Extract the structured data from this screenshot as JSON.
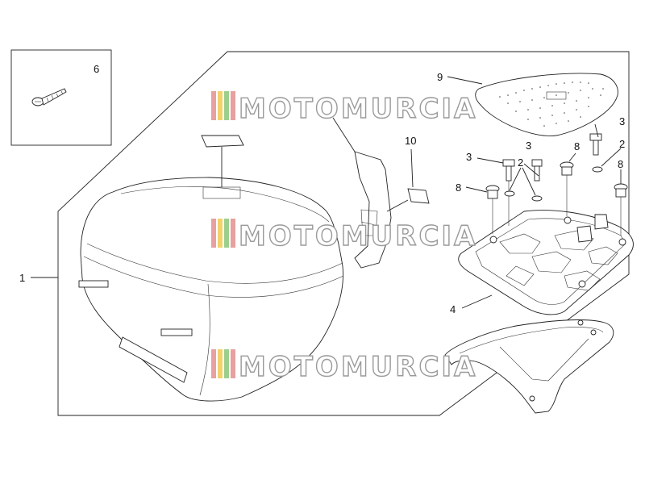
{
  "watermark": {
    "text": "MOTOMURCIA",
    "stripe_colors": [
      "#e8a0a0",
      "#f2d36b",
      "#9ccf8e",
      "#e8a0a0"
    ]
  },
  "callouts": {
    "box": "1",
    "washer_left": "2",
    "washer_right": "2",
    "screw_a": "3",
    "screw_b": "3",
    "screw_c": "3",
    "plate": "4",
    "screw_inset": "6",
    "bolt_a": "8",
    "bolt_b": "8",
    "bolt_c": "8",
    "pad": "9",
    "sticker": "10"
  },
  "colors": {
    "line": "#222222",
    "watermark_outline": "#9a9a9a"
  }
}
